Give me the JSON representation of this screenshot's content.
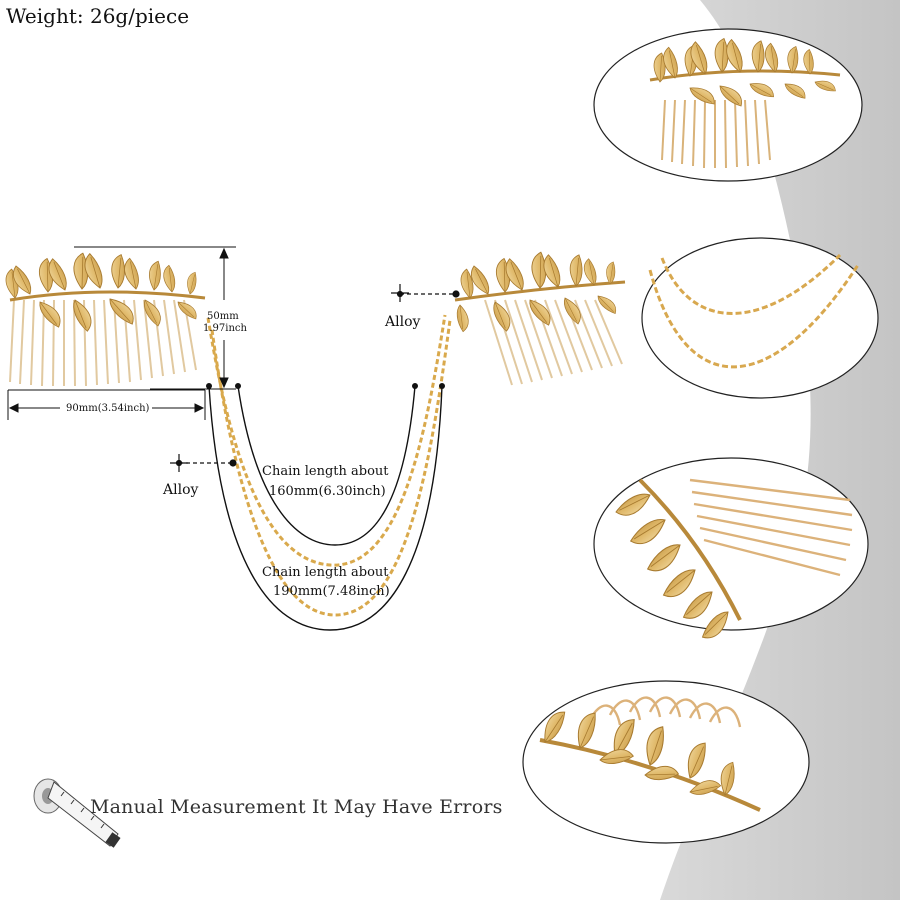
{
  "weight_text": "Weight: 26g/piece",
  "dimensions": {
    "height_mm": "50mm",
    "height_inch": "1.97inch",
    "width": "90mm(3.54inch)"
  },
  "material_labels": [
    "Alloy",
    "Alloy"
  ],
  "chains": [
    {
      "line1": "Chain length about",
      "line2": "160mm(6.30inch)"
    },
    {
      "line1": "Chain length about",
      "line2": "190mm(7.48inch)"
    }
  ],
  "note": "Manual Measurement  It May Have Errors",
  "colors": {
    "gold": "#e0b96a",
    "gold_dark": "#b8893a",
    "gold_light": "#f6e2b0",
    "side_panel": "#cfcfcf"
  },
  "icons": [
    "measuring-tape-icon"
  ]
}
